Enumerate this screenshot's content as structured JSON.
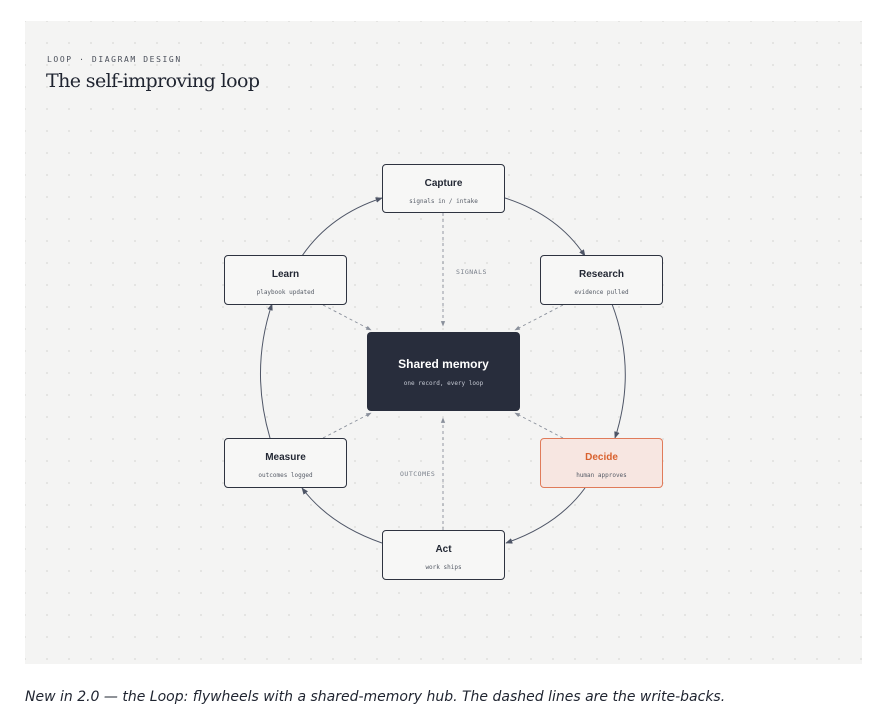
{
  "header": {
    "eyebrow": "LOOP · DIAGRAM DESIGN",
    "title": "The self-improving loop"
  },
  "nodes": {
    "capture": {
      "name": "Capture",
      "sub": "signals in / intake"
    },
    "research": {
      "name": "Research",
      "sub": "evidence pulled"
    },
    "decide": {
      "name": "Decide",
      "sub": "human approves"
    },
    "act": {
      "name": "Act",
      "sub": "work ships"
    },
    "measure": {
      "name": "Measure",
      "sub": "outcomes logged"
    },
    "learn": {
      "name": "Learn",
      "sub": "playbook updated"
    }
  },
  "hub": {
    "name": "Shared memory",
    "sub": "one record, every loop"
  },
  "flow_labels": {
    "signals": "SIGNALS",
    "outcomes": "OUTCOMES"
  },
  "caption": "New in 2.0 — the Loop: flywheels with a shared-memory hub. The dashed lines are the write-backs.",
  "colors": {
    "background": "#f4f4f3",
    "ink": "#2e3340",
    "hub": "#282d3c",
    "accent": "#d9622f",
    "accent_fill": "#f7e6e1"
  }
}
